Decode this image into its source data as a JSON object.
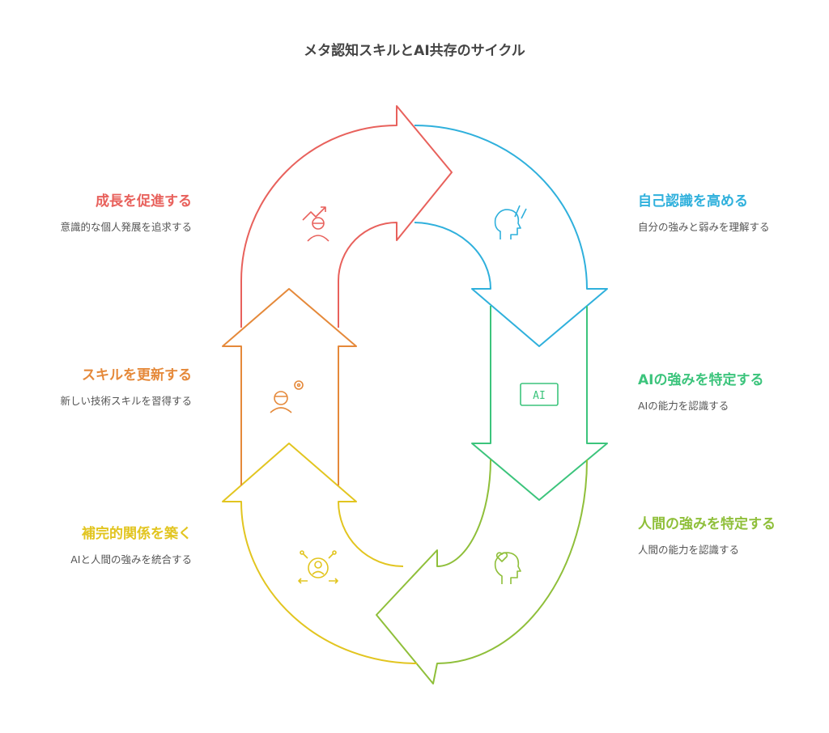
{
  "title": "メタ認知スキルとAI共存のサイクル",
  "steps": [
    {
      "title": "成長を促進する",
      "desc": "意識的な個人発展を追求する",
      "color": "#e8615c",
      "icon": "growth-person-icon"
    },
    {
      "title": "自己認識を高める",
      "desc": "自分の強みと弱みを理解する",
      "color": "#2fb0dc",
      "icon": "head-hand-icon"
    },
    {
      "title": "AIの強みを特定する",
      "desc": "AIの能力を認識する",
      "color": "#3cc47c",
      "icon": "ai-chip-icon",
      "icon_text": "AI"
    },
    {
      "title": "人間の強みを特定する",
      "desc": "人間の能力を認識する",
      "color": "#8fbf3a",
      "icon": "heart-head-icon"
    },
    {
      "title": "補完的関係を築く",
      "desc": "AIと人間の強みを統合する",
      "color": "#e2c520",
      "icon": "network-person-icon"
    },
    {
      "title": "スキルを更新する",
      "desc": "新しい技術スキルを習得する",
      "color": "#e5893a",
      "icon": "worker-gear-icon"
    }
  ]
}
